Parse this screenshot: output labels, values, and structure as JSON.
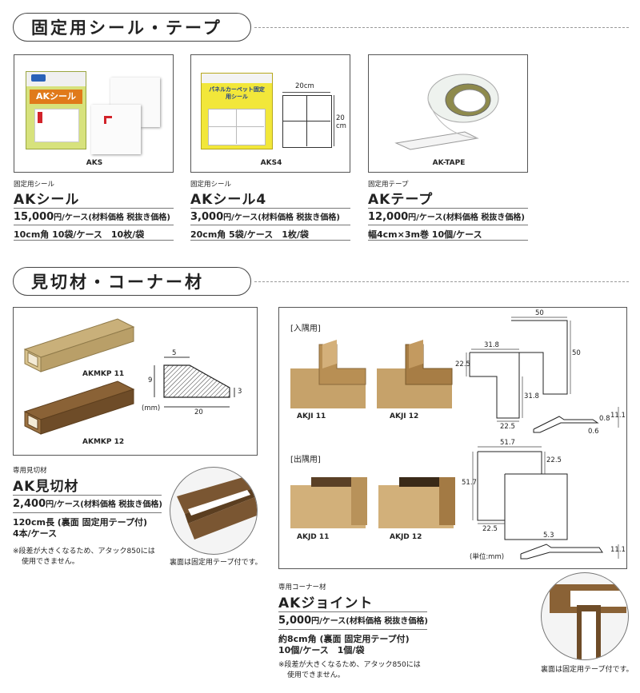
{
  "section1": {
    "heading": "固定用シール・テープ"
  },
  "section2": {
    "heading": "見切材・コーナー材"
  },
  "products_top": [
    {
      "code": "AKS",
      "category": "固定用シール",
      "name": "AKシール",
      "price": "15,000",
      "unit": "円/ケース",
      "tax": "(材料価格 税抜き価格)",
      "spec": "10cm角 10袋/ケース　10枚/袋"
    },
    {
      "code": "AKS4",
      "category": "固定用シール",
      "name": "AKシール4",
      "price": "3,000",
      "unit": "円/ケース",
      "tax": "(材料価格 税抜き価格)",
      "spec": "20cm角 5袋/ケース　1枚/袋"
    },
    {
      "code": "AK-TAPE",
      "category": "固定用テープ",
      "name": "AKテープ",
      "price": "12,000",
      "unit": "円/ケース",
      "tax": "(材料価格 税抜き価格)",
      "spec": "幅4cm×3m巻 10個/ケース"
    }
  ],
  "aks_pack": {
    "brand": "AKシール"
  },
  "aks4_pack": {
    "brand": "パネルカーペット固定用シール",
    "dim_w": "20cm",
    "dim_h": "20 cm"
  },
  "mikiri": {
    "code1": "AKMKP 11",
    "code2": "AKMKP 12",
    "dim_top": "5",
    "dim_left": "9",
    "dim_right": "3",
    "dim_bottom": "20",
    "unit_label": "(mm)",
    "category": "専用見切材",
    "name": "AK見切材",
    "price": "2,400",
    "unit": "円/ケース",
    "tax": "(材料価格 税抜き価格)",
    "spec1": "120cm長 (裏面 固定用テープ付)",
    "spec2": "4本/ケース",
    "note1": "※段差が大きくなるため、アタック850には",
    "note2": "使用できません。",
    "back_note": "裏面は固定用テープ付です。"
  },
  "corner": {
    "inner_label": "[入隅用]",
    "outer_label": "[出隅用]",
    "codes": [
      "AKJI 11",
      "AKJI 12",
      "AKJD 11",
      "AKJD 12"
    ],
    "dims_inner": [
      "50",
      "31.8",
      "50",
      "22.5",
      "31.8",
      "22.5",
      "11.1",
      "0.8",
      "0.6"
    ],
    "dims_outer": [
      "51.7",
      "22.5",
      "51.7",
      "22.5",
      "5.3",
      "11.1"
    ],
    "unit_label": "(単位:mm)",
    "category": "専用コーナー材",
    "name": "AKジョイント",
    "price": "5,000",
    "unit": "円/ケース",
    "tax": "(材料価格 税抜き価格)",
    "spec1": "約8cm角 (裏面 固定用テープ付)",
    "spec2": "10個/ケース　1個/袋",
    "note1": "※段差が大きくなるため、アタック850には",
    "note2": "使用できません。",
    "back_note": "裏面は固定用テープ付です。"
  }
}
